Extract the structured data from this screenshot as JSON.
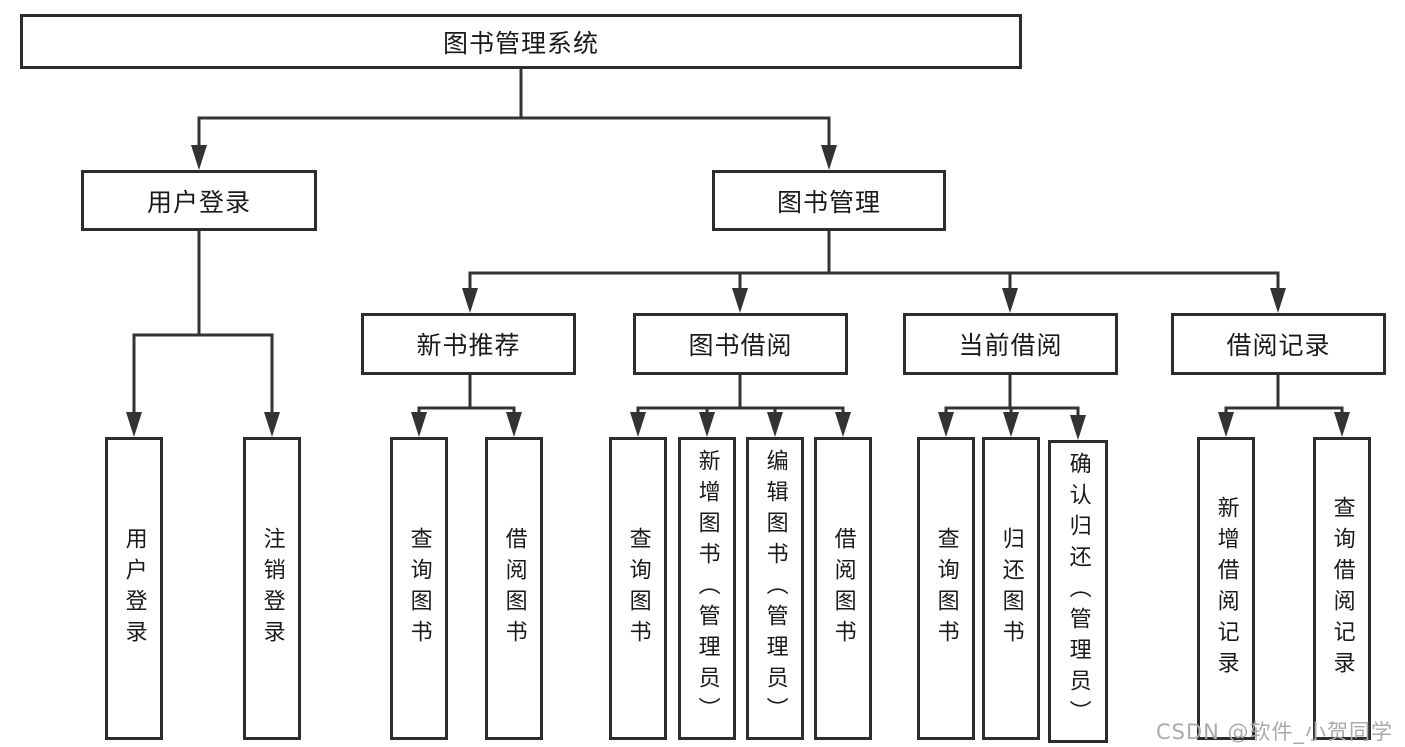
{
  "tree": {
    "root": {
      "label": "图书管理系统"
    },
    "user_login": {
      "label": "用户登录",
      "children": [
        {
          "label": "用户登录"
        },
        {
          "label": "注销登录"
        }
      ]
    },
    "book_management": {
      "label": "图书管理"
    },
    "new_book_recommend": {
      "label": "新书推荐",
      "children": [
        {
          "label": "查询图书"
        },
        {
          "label": "借阅图书"
        }
      ]
    },
    "book_borrow": {
      "label": "图书借阅",
      "children": [
        {
          "label": "查询图书"
        },
        {
          "label": "新增图书（管理员）"
        },
        {
          "label": "编辑图书（管理员）"
        },
        {
          "label": "借阅图书"
        }
      ]
    },
    "current_borrow": {
      "label": "当前借阅",
      "children": [
        {
          "label": "查询图书"
        },
        {
          "label": "归还图书"
        },
        {
          "label": "确认归还（管理员）"
        }
      ]
    },
    "borrow_record": {
      "label": "借阅记录",
      "children": [
        {
          "label": "新增借阅记录"
        },
        {
          "label": "查询借阅记录"
        }
      ]
    }
  },
  "watermark": {
    "text": "CSDN @软件_小贺同学"
  },
  "colors": {
    "line": "#333333",
    "box_border": "#2d2d2d",
    "text": "#1a1a1a",
    "watermark": "#ababab",
    "background": "#ffffff"
  }
}
